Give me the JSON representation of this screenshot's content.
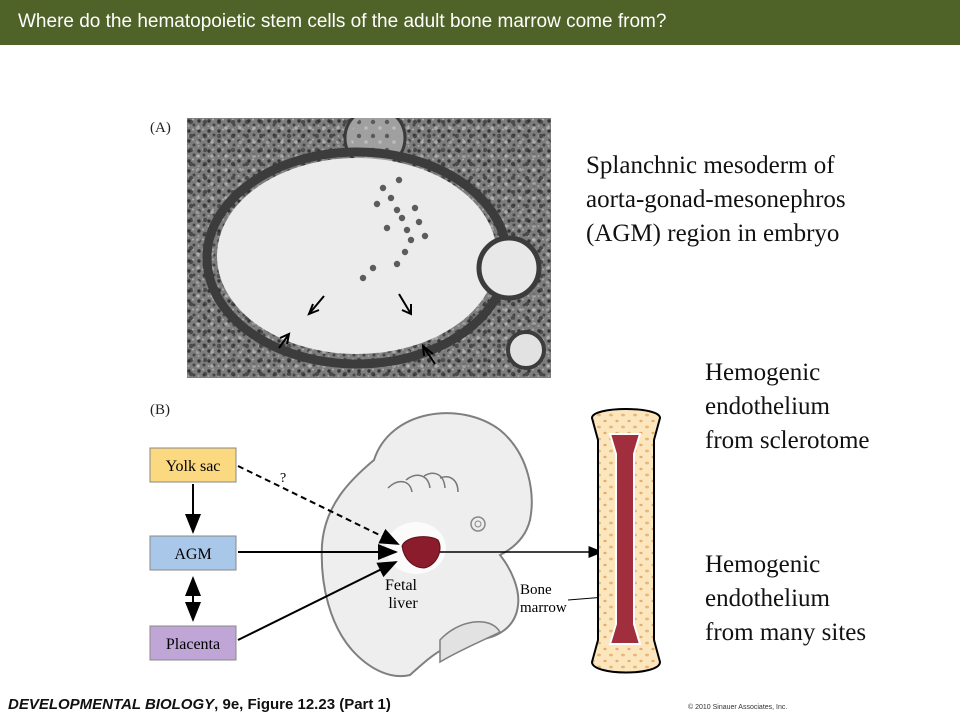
{
  "header": {
    "title": "Where do the hematopoietic stem cells of the adult bone marrow come from?"
  },
  "panels": {
    "a_label": "(A)",
    "b_label": "(B)"
  },
  "descriptions": {
    "agm": [
      "Splanchnic mesoderm of",
      "aorta-gonad-mesonephros",
      "(AGM) region in embryo"
    ],
    "sclerotome": [
      "Hemogenic",
      "endothelium",
      "from sclerotome"
    ],
    "many_sites": [
      "Hemogenic",
      "endothelium",
      "from many sites"
    ]
  },
  "diagram": {
    "boxes": [
      {
        "label": "Yolk sac",
        "color": "#fbd981"
      },
      {
        "label": "AGM",
        "color": "#a9c7e8"
      },
      {
        "label": "Placenta",
        "color": "#bfa6d6"
      }
    ],
    "question_mark": "?",
    "fetal_liver": [
      "Fetal",
      "liver"
    ],
    "bone_marrow": [
      "Bone",
      "marrow"
    ]
  },
  "footer": {
    "book": "DEVELOPMENTAL BIOLOGY",
    "figure": ", 9e, Figure 12.23 (Part 1)",
    "copyright": "© 2010 Sinauer Associates, Inc."
  }
}
